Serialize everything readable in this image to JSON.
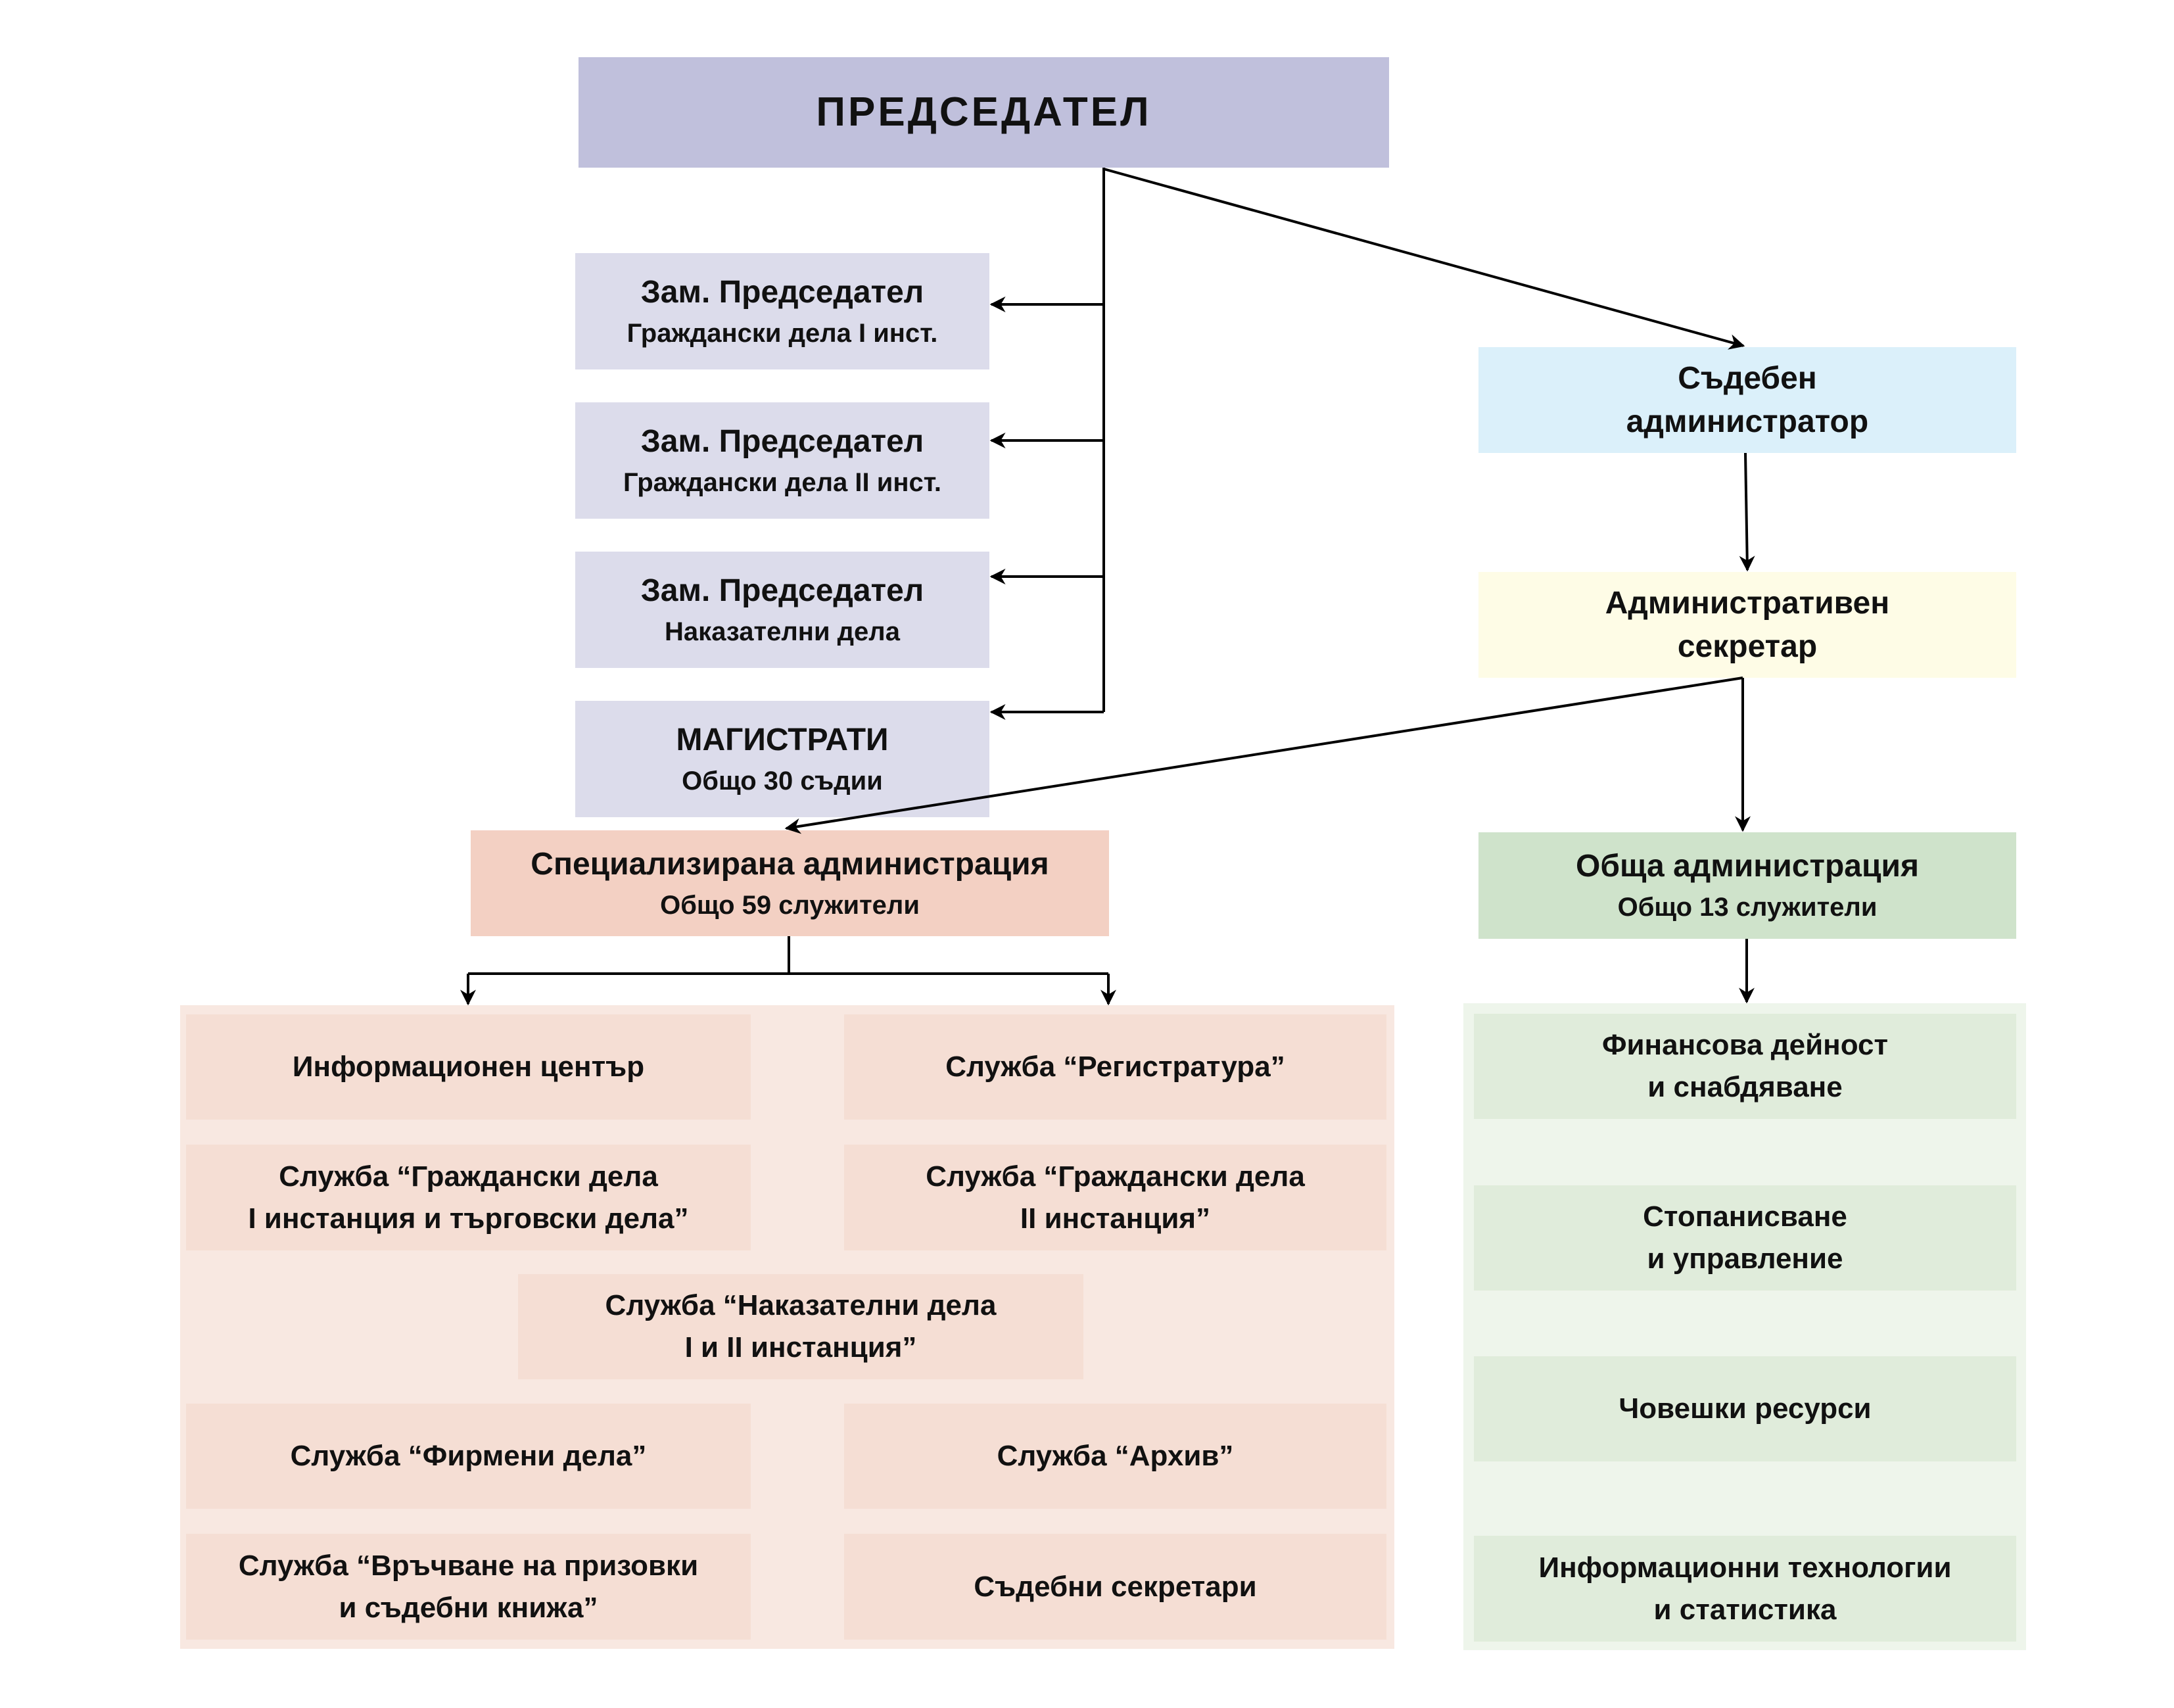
{
  "colors": {
    "chair": "#c0c0dc",
    "vice": "#dcdceb",
    "court_admin": "#dbf0fa",
    "secretary": "#fefce6",
    "specialized": "#f3d0c3",
    "specialized_units": "#f5ded4",
    "general": "#cfe3cb",
    "general_units": "#e0ecdb",
    "connector": "#000000"
  },
  "chair": {
    "title": "ПРЕДСЕДАТЕЛ"
  },
  "deputies": [
    {
      "title": "Зам. Председател",
      "subtitle": "Граждански дела I инст."
    },
    {
      "title": "Зам. Председател",
      "subtitle": "Граждански дела II инст."
    },
    {
      "title": "Зам. Председател",
      "subtitle": "Наказателни дела"
    },
    {
      "title": "МАГИСТРАТИ",
      "subtitle": "Общо 30 съдии"
    }
  ],
  "court_administrator": {
    "line1": "Съдебен",
    "line2": "администратор"
  },
  "administrative_secretary": {
    "line1": "Административен",
    "line2": "секретар"
  },
  "specialized_administration": {
    "title": "Специализирана администрация",
    "subtitle": "Общо 59 служители",
    "units": [
      {
        "line1": "Информационен център",
        "line2": ""
      },
      {
        "line1": "Служба “Регистратура”",
        "line2": ""
      },
      {
        "line1": "Служба “Граждански дела",
        "line2": "I инстанция и търговски дела”"
      },
      {
        "line1": "Служба “Граждански дела",
        "line2": "II инстанция”"
      },
      {
        "line1": "Служба “Наказателни дела",
        "line2": "I и II инстанция”"
      },
      {
        "line1": "Служба “Фирмени дела”",
        "line2": ""
      },
      {
        "line1": "Служба “Архив”",
        "line2": ""
      },
      {
        "line1": "Служба “Връчване на призовки",
        "line2": "и съдебни книжа”"
      },
      {
        "line1": "Съдебни секретари",
        "line2": ""
      }
    ]
  },
  "general_administration": {
    "title": "Обща администрация",
    "subtitle": "Общо 13 служители",
    "units": [
      {
        "line1": "Финансова дейност",
        "line2": "и снабдяване"
      },
      {
        "line1": "Стопанисване",
        "line2": "и управление"
      },
      {
        "line1": "Човешки ресурси",
        "line2": ""
      },
      {
        "line1": "Информационни технологии",
        "line2": "и статистика"
      }
    ]
  }
}
